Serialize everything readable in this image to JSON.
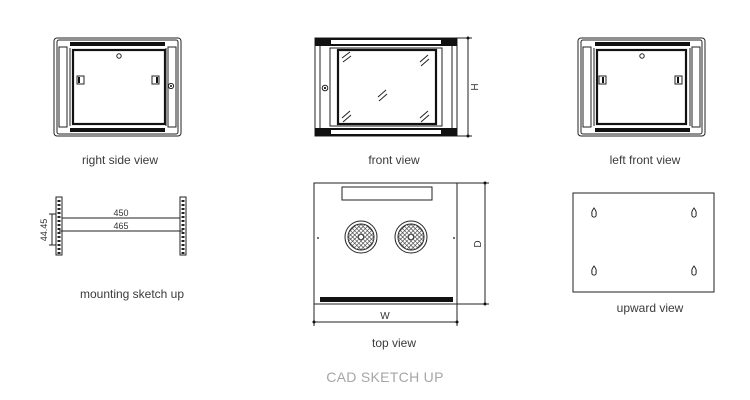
{
  "views": {
    "right_side_view": "right side view",
    "front_view": "front view",
    "left_front_view": "left front view",
    "mounting_sketch_up": "mounting sketch up",
    "top_view": "top view",
    "upward_view": "upward view"
  },
  "dimensions": {
    "height": "H",
    "depth": "D",
    "width": "W",
    "rail_inner": "450",
    "rail_outer": "465",
    "unit_height": "44.45"
  },
  "caption": "CAD SKETCH UP"
}
